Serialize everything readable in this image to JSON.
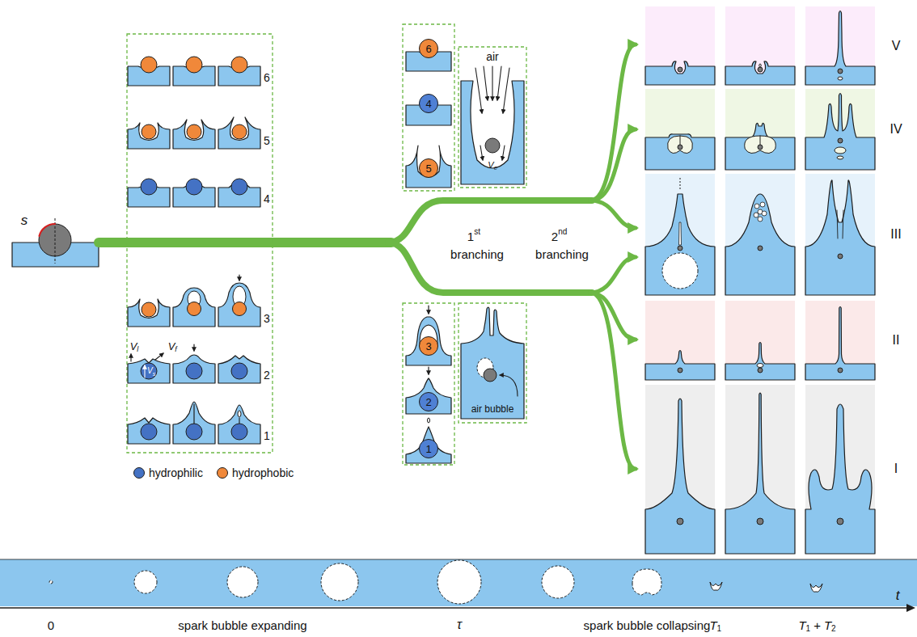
{
  "diagram": {
    "nodes": [
      {
        "text": [
          "6"
        ]
      },
      {
        "text": [
          "4"
        ]
      },
      {
        "text": [
          "5"
        ]
      },
      {
        "text": [
          "3"
        ]
      },
      {
        "text": [
          "2"
        ]
      },
      {
        "text": [
          "1"
        ]
      }
    ],
    "labels": [
      "s",
      "6",
      "5",
      "4",
      "3",
      "2",
      "1",
      "V",
      "l",
      "V",
      "f",
      "V",
      "s",
      "air",
      "V",
      "c",
      "air bubble",
      "1",
      "st",
      "branching",
      "2",
      "nd",
      "branching",
      "V",
      "IV",
      "III",
      "II",
      "I",
      "t",
      "0",
      "spark bubble expanding",
      "τ",
      "spark bubble collapsing",
      "T",
      "1",
      "T",
      "1",
      "+",
      "T",
      "2"
    ],
    "legend": [
      {
        "text": "hydrophilic",
        "color": "#4472c4"
      },
      {
        "text": "hydrophobic",
        "color": "#f0883a"
      }
    ]
  }
}
